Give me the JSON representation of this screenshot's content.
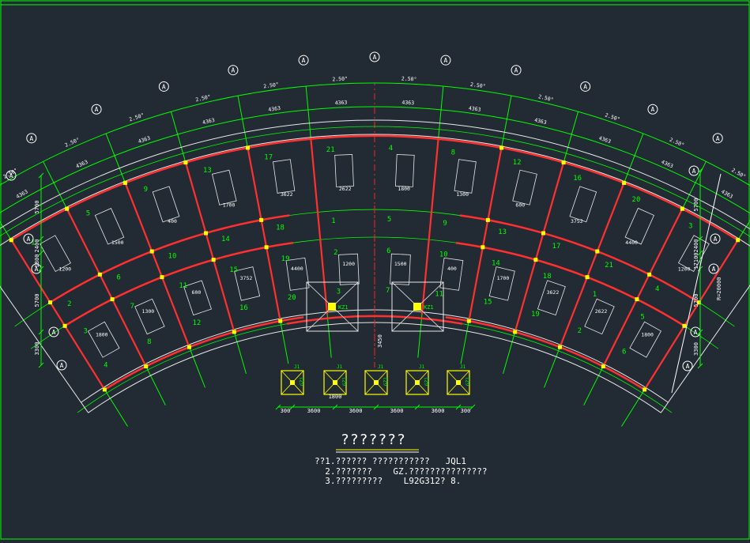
{
  "colors": {
    "background": "#222a33",
    "frame": "#00ff00",
    "wall": "#e8e8e8",
    "beam": "#ff3030",
    "column": "#ffff00",
    "axis_line": "#00ff00",
    "axis_center": "#ff2020",
    "dim_text": "#ffffff",
    "label_text": "#00ff00"
  },
  "axis_bubble_label": "A",
  "angle_labels": [
    "2.50°",
    "2.50°",
    "2.50°",
    "2.50°",
    "2.50°",
    "2.50°",
    "2.50°",
    "2.50°",
    "2.50°",
    "2.50°",
    "2.50°",
    "2.50°"
  ],
  "chord_labels": [
    "4363",
    "4363",
    "4363",
    "4363",
    "4363",
    "4363",
    "4363",
    "4363",
    "4363",
    "4363",
    "4363",
    "4363"
  ],
  "left_dims": [
    "5700",
    "2400",
    "1800",
    "5700",
    "3300"
  ],
  "right_dims": [
    "5700",
    "2400",
    "17100",
    "5700",
    "3300"
  ],
  "right_total_dim": "R=20000",
  "inner_dims": [
    "1200",
    "1800",
    "1500",
    "1300",
    "400",
    "600",
    "1700",
    "3752",
    "3622",
    "4400",
    "2622"
  ],
  "member_labels": [
    "1",
    "2",
    "3",
    "4",
    "5",
    "6",
    "7",
    "8",
    "9",
    "10",
    "11",
    "12",
    "13",
    "14",
    "15",
    "16",
    "17",
    "18",
    "19",
    "20",
    "21"
  ],
  "column_tags": [
    "KZ1",
    "KZ1",
    "GZ1",
    "GZ1",
    "GZ1",
    "GZ1",
    "GZ1",
    "GZ1",
    "GZ1"
  ],
  "footing_label": "J1",
  "footing_dims": [
    "300",
    "3600",
    "3600",
    "3600",
    "3600",
    "300"
  ],
  "footing_size_dim": "1800",
  "footing_height_dim": "3450",
  "drawing_title": "???????",
  "notes": [
    "??1.?????? ???????????   JQL1",
    "  2.???????    GZ.???????????????",
    "  3.?????????    L92G312? 8."
  ]
}
